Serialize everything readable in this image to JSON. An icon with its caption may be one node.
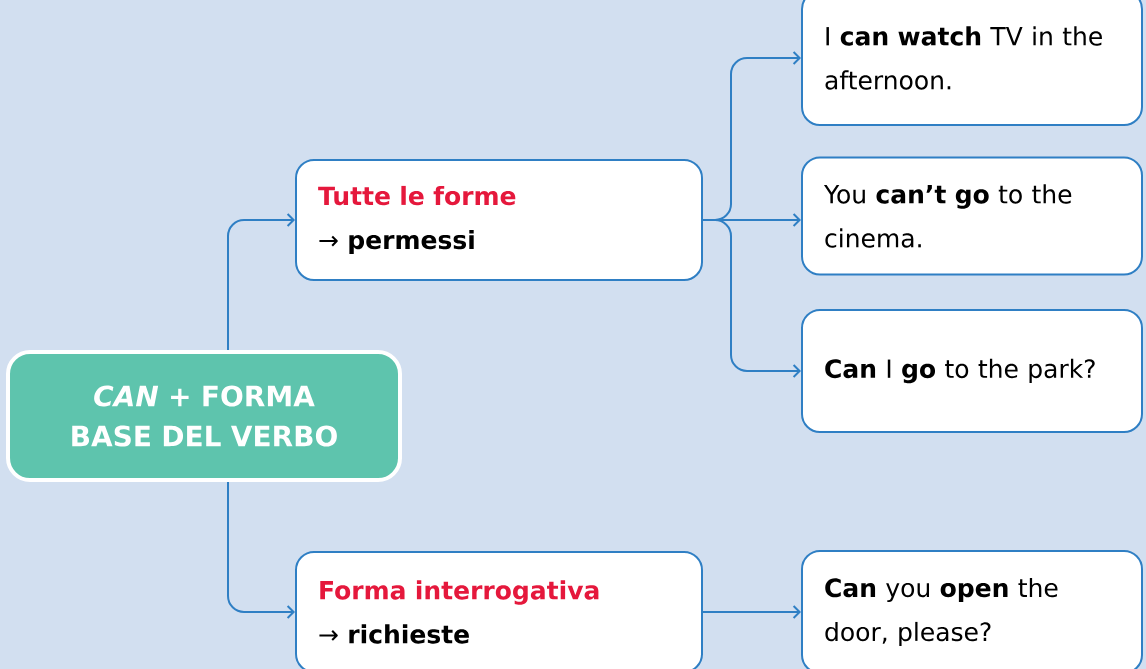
{
  "diagram": {
    "nodes": [
      {
        "text": [
          "*CAN* + FORMA BASE DEL VERBO"
        ]
      },
      {
        "text": [
          "Tutte le forme",
          "→ **permessi**"
        ]
      },
      {
        "text": [
          "Forma interrogativa",
          "→ **richieste**"
        ]
      },
      {
        "text": [
          "I **can watch** TV in the afternoon."
        ]
      },
      {
        "text": [
          "You **can’t go** to the cinema."
        ]
      },
      {
        "text": [
          "**Can** I **go** to the park?"
        ]
      },
      {
        "text": [
          "**Can** you **open** the door, please?"
        ]
      }
    ],
    "edges": [
      {
        "from": 0,
        "to": 1,
        "arrow": "to"
      },
      {
        "from": 0,
        "to": 2,
        "arrow": "to"
      },
      {
        "from": 1,
        "to": 3,
        "arrow": "to"
      },
      {
        "from": 1,
        "to": 4,
        "arrow": "to"
      },
      {
        "from": 1,
        "to": 5,
        "arrow": "to"
      },
      {
        "from": 2,
        "to": 6,
        "arrow": "to"
      }
    ]
  }
}
